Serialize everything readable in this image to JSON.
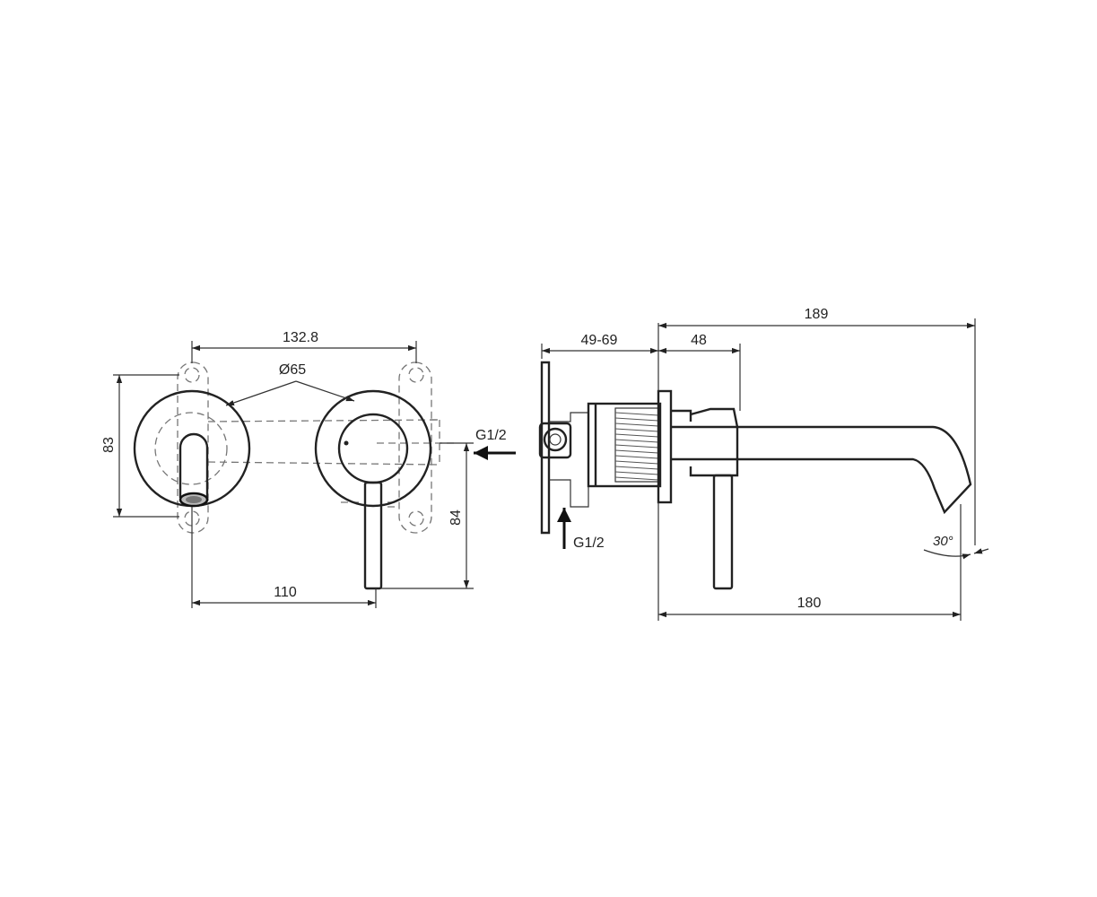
{
  "front_view": {
    "dim_width_label": "132.8",
    "dim_diameter_label": "Ø65",
    "dim_height_label": "83",
    "dim_inlet_height_label": "84",
    "dim_spacing_label": "110",
    "inlet_label": "G1/2"
  },
  "side_view": {
    "dim_depth_range_label": "49-69",
    "dim_flange_label": "48",
    "dim_total_label": "189",
    "dim_reach_label": "180",
    "inlet_label": "G1/2",
    "angle_label": "30°"
  }
}
